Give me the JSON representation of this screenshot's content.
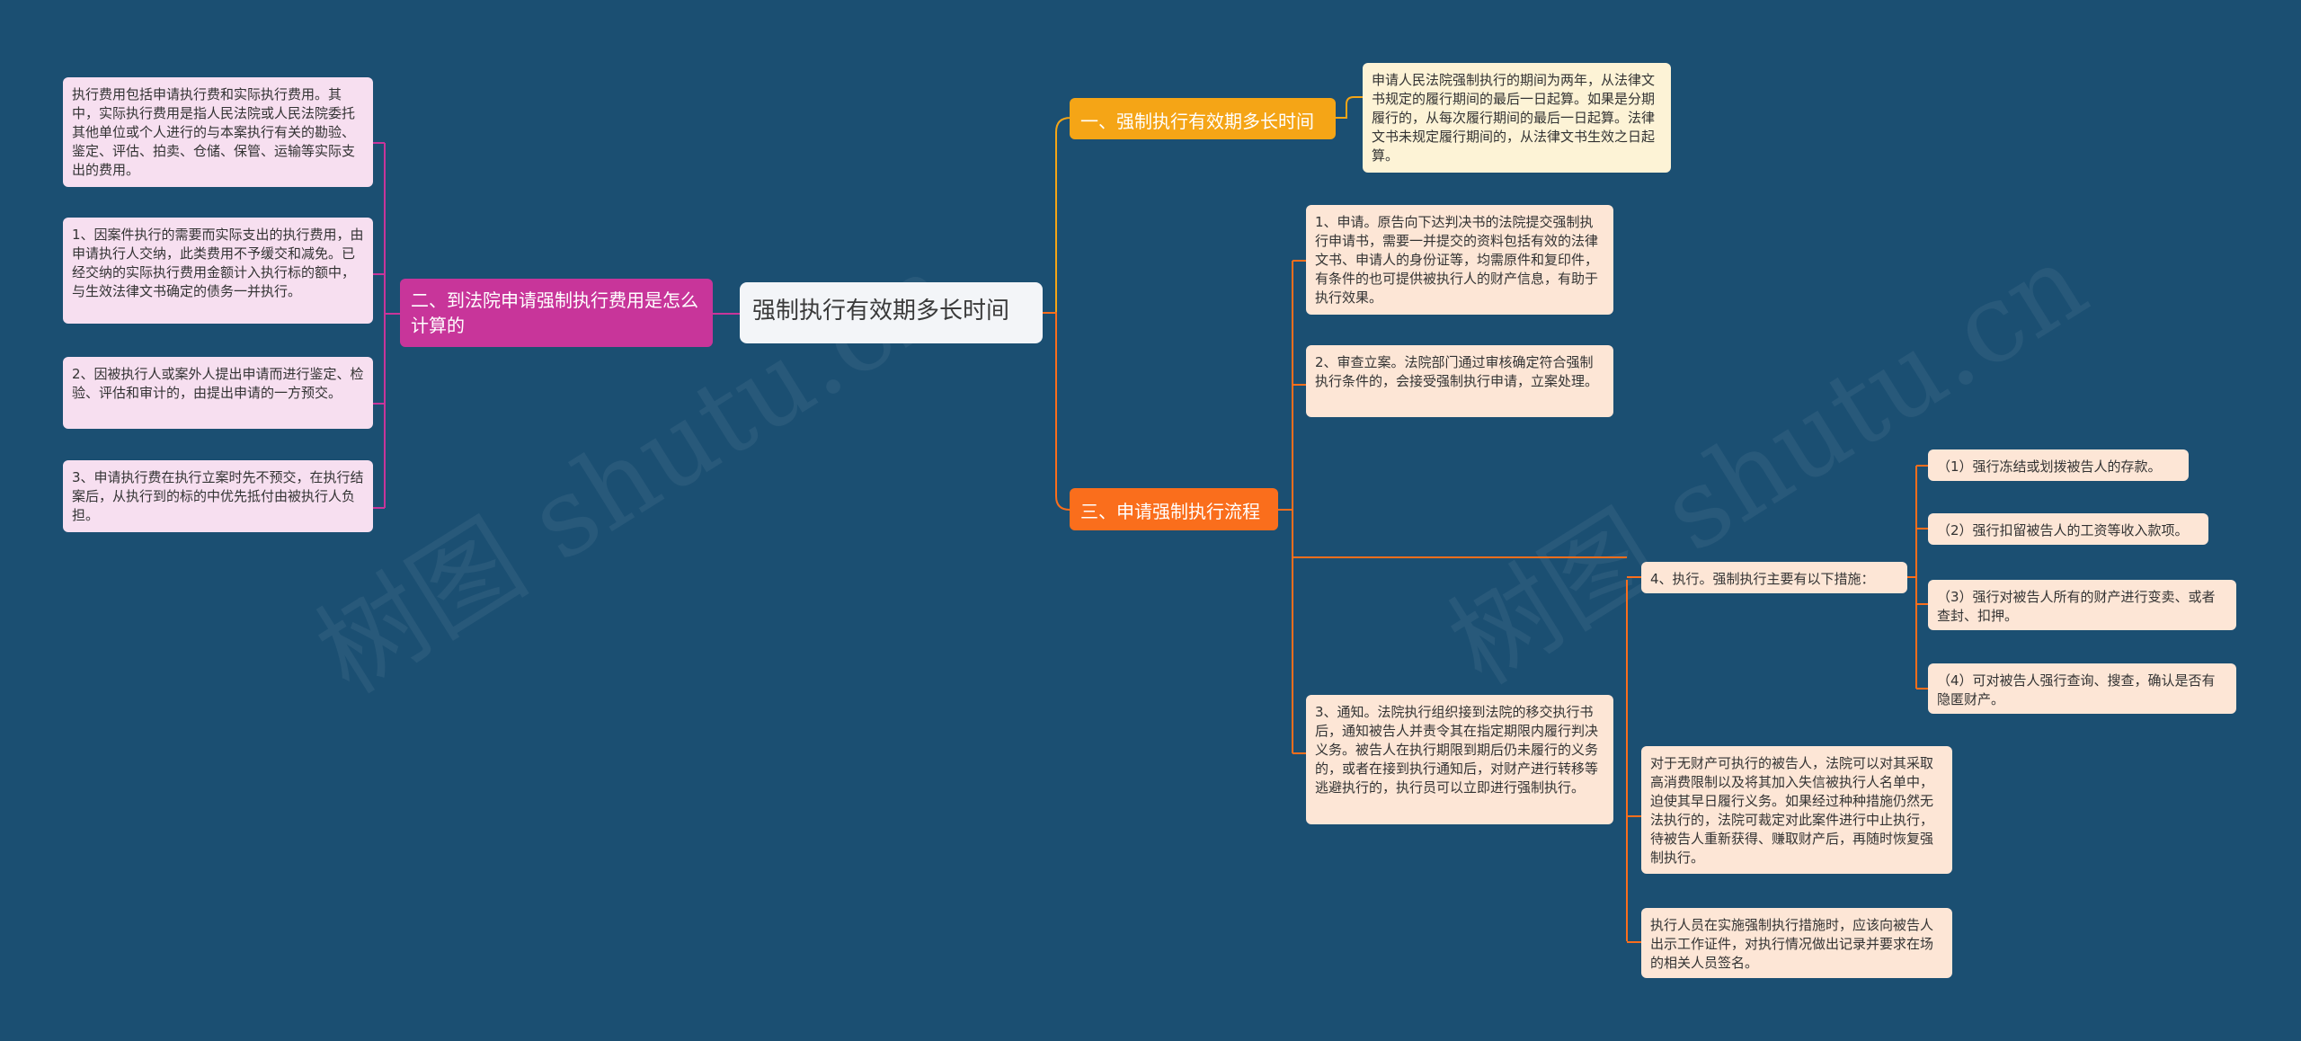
{
  "root": {
    "label": "强制执行有效期多长时间"
  },
  "branches": {
    "b1": {
      "label": "一、强制执行有效期多长时间"
    },
    "b2": {
      "label": "二、到法院申请强制执行费用是怎么计算的"
    },
    "b3": {
      "label": "三、申请强制执行流程"
    }
  },
  "leaves": {
    "b1_0": "申请人民法院强制执行的期间为两年，从法律文书规定的履行期间的最后一日起算。如果是分期履行的，从每次履行期间的最后一日起算。法律文书未规定履行期间的，从法律文书生效之日起算。",
    "b2_0": "执行费用包括申请执行费和实际执行费用。其中，实际执行费用是指人民法院或人民法院委托其他单位或个人进行的与本案执行有关的勘验、鉴定、评估、拍卖、仓储、保管、运输等实际支出的费用。",
    "b2_1": "1、因案件执行的需要而实际支出的执行费用，由申请执行人交纳，此类费用不予缓交和减免。已经交纳的实际执行费用金额计入执行标的额中，与生效法律文书确定的债务一并执行。",
    "b2_2": "2、因被执行人或案外人提出申请而进行鉴定、检验、评估和审计的，由提出申请的一方预交。",
    "b2_3": "3、申请执行费在执行立案时先不预交，在执行结案后，从执行到的标的中优先抵付由被执行人负担。",
    "b3_0": "1、申请。原告向下达判决书的法院提交强制执行申请书，需要一并提交的资料包括有效的法律文书、申请人的身份证等，均需原件和复印件，有条件的也可提供被执行人的财产信息，有助于执行效果。",
    "b3_1": "2、审查立案。法院部门通过审核确定符合强制执行条件的，会接受强制执行申请，立案处理。",
    "b3_2": "3、通知。法院执行组织接到法院的移交执行书后，通知被告人并责令其在指定期限内履行判决义务。被告人在执行期限到期后仍未履行的义务的，或者在接到执行通知后，对财产进行转移等逃避执行的，执行员可以立即进行强制执行。",
    "b3_3": "4、执行。强制执行主要有以下措施：",
    "b3_3_0": "（1）强行冻结或划拨被告人的存款。",
    "b3_3_1": "（2）强行扣留被告人的工资等收入款项。",
    "b3_3_2": "（3）强行对被告人所有的财产进行变卖、或者查封、扣押。",
    "b3_3_3": "（4）可对被告人强行查询、搜查，确认是否有隐匿财产。",
    "b3_4": "对于无财产可执行的被告人，法院可以对其采取高消费限制以及将其加入失信被执行人名单中，迫使其早日履行义务。如果经过种种措施仍然无法执行的，法院可裁定对此案件进行中止执行，待被告人重新获得、赚取财产后，再随时恢复强制执行。",
    "b3_5": "执行人员在实施强制执行措施时，应该向被告人出示工作证件，对执行情况做出记录并要求在场的相关人员签名。"
  },
  "watermark": "树图 shutu.cn",
  "colors": {
    "background": "#1b4f72",
    "branch1": "#f5a516",
    "branch2": "#c8359a",
    "branch3": "#fa6e1c"
  }
}
